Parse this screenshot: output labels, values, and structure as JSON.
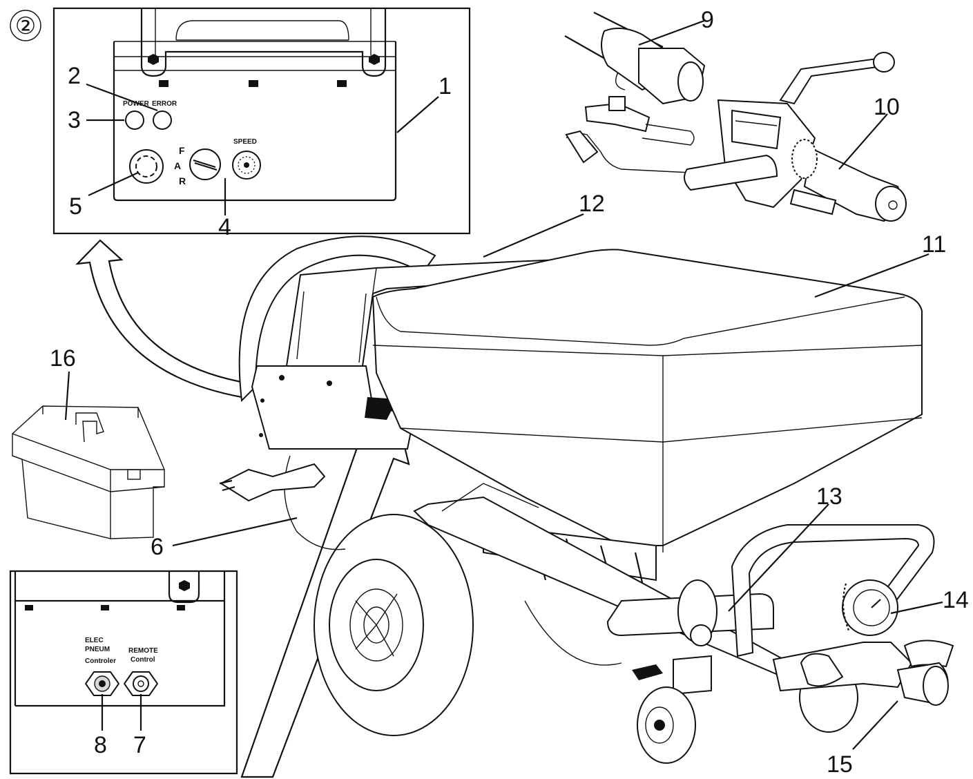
{
  "step_marker": "②",
  "callouts": {
    "c1": "1",
    "c2": "2",
    "c3": "3",
    "c4": "4",
    "c5": "5",
    "c6": "6",
    "c7": "7",
    "c8": "8",
    "c9": "9",
    "c10": "10",
    "c11": "11",
    "c12": "12",
    "c13": "13",
    "c14": "14",
    "c15": "15",
    "c16": "16"
  },
  "control_panel": {
    "power_label": "POWER",
    "error_label": "ERROR",
    "dir_f": "F",
    "dir_a": "A",
    "dir_r": "R",
    "speed_label": "SPEED"
  },
  "rear_panel": {
    "elec_line1": "ELEC",
    "elec_line2": "PNEUM",
    "elec_line3": "Controler",
    "remote_line1": "REMOTE",
    "remote_line2": "Control"
  }
}
